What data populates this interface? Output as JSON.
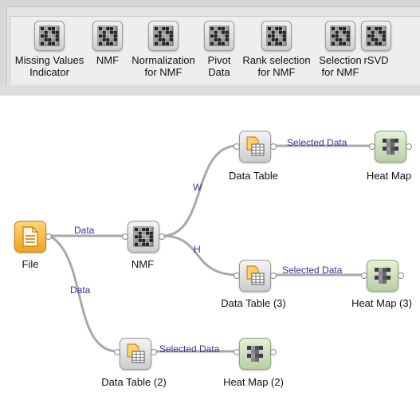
{
  "toolbox": {
    "widgets": [
      {
        "label_line1": "Missing Values",
        "label_line2": "Indicator",
        "icon": "matrix-icon"
      },
      {
        "label_line1": "NMF",
        "label_line2": "",
        "icon": "matrix-icon"
      },
      {
        "label_line1": "Normalization",
        "label_line2": "for NMF",
        "icon": "matrix-icon"
      },
      {
        "label_line1": "Pivot",
        "label_line2": "Data",
        "icon": "matrix-icon"
      },
      {
        "label_line1": "Rank selection",
        "label_line2": "for NMF",
        "icon": "matrix-icon"
      },
      {
        "label_line1": "Selection",
        "label_line2": "for NMF",
        "icon": "matrix-icon"
      },
      {
        "label_line1": "rSVD",
        "label_line2": "",
        "icon": "matrix-icon"
      }
    ]
  },
  "canvas": {
    "nodes": {
      "file": {
        "label": "File",
        "icon": "file-icon"
      },
      "nmf": {
        "label": "NMF",
        "icon": "matrix-icon"
      },
      "data_table": {
        "label": "Data Table",
        "icon": "data-table-icon"
      },
      "heat_map": {
        "label": "Heat Map",
        "icon": "heat-map-icon"
      },
      "data_table_3": {
        "label": "Data Table (3)",
        "icon": "data-table-icon"
      },
      "heat_map_3": {
        "label": "Heat Map (3)",
        "icon": "heat-map-icon"
      },
      "data_table_2": {
        "label": "Data Table (2)",
        "icon": "data-table-icon"
      },
      "heat_map_2": {
        "label": "Heat Map (2)",
        "icon": "heat-map-icon"
      }
    },
    "links": {
      "file_nmf": "Data",
      "file_table2": "Data",
      "nmf_table_w": "W",
      "nmf_table3_h": "H",
      "table_heat": "Selected Data",
      "table3_heat3": "Selected Data",
      "table2_heat2": "Selected Data"
    }
  },
  "colors": {
    "link_label": "#34349a",
    "link_line": "#a9a9a9",
    "file_orange": "#f2a21a"
  }
}
